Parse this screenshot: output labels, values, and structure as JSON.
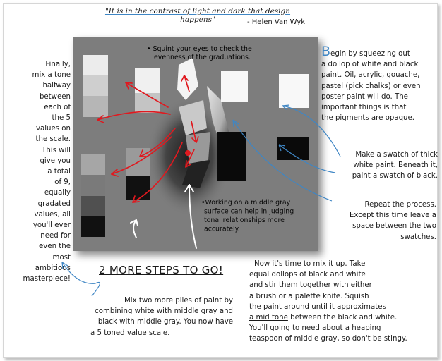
{
  "quote": {
    "text": "\"It is in the contrast of light and dark that design happens\"",
    "author": "- Helen Van Wyk"
  },
  "left_column": [
    "Finally,",
    "mix a tone",
    "halfway",
    "between",
    "each of",
    "the 5",
    "values on",
    "the scale.",
    "This will",
    "give you",
    "a total",
    "of 9,",
    "equally",
    "gradated",
    "values, all",
    "you'll ever",
    "need for",
    "even the",
    "most",
    "ambitious",
    "masterpiece!"
  ],
  "panel": {
    "note_top": [
      "• Squint your eyes to check the",
      "evenness of the graduations."
    ],
    "note_bottom": [
      "•Working on a middle gray",
      "surface can help in judging",
      "tonal relationships more",
      "accurately."
    ]
  },
  "right_column": {
    "initial": "B",
    "lines": [
      "egin by squeezing out",
      "a dollop of white and black",
      "paint. Oil, acrylic, gouache,",
      "pastel (pick chalks) or even",
      "poster paint will do. The",
      "important things is that",
      "the pigments are opaque."
    ]
  },
  "swatch_note": [
    "Make a swatch of thick",
    "white paint. Beneath it,",
    "paint a swatch of black."
  ],
  "repeat_note": [
    "Repeat the process.",
    "Except this time leave a",
    "space between the two",
    "swatches."
  ],
  "steps_heading": "2 MORE STEPS TO GO!",
  "mix_piles": [
    "Mix two more piles of paint by",
    "combining white with middle gray and",
    "black with middle gray. You now have",
    "a 5 toned value scale."
  ],
  "mix_up": {
    "lines_before": [
      "Now it's time to mix it up. Take",
      "equal dollops of black and white",
      "and stir them together with either",
      "a brush or a palette knife. Squish",
      "the paint around until it approximates"
    ],
    "mid_tone": "a mid tone",
    "mid_tail": " between the black and white.",
    "lines_after": [
      "You'll going to need about a heaping",
      "teaspoon of middle gray, so don't be stingy."
    ]
  },
  "colors": {
    "accent_blue": "#3f86c4",
    "arrow_red": "#e0191f",
    "panel_gray": "#7d7d7d"
  }
}
